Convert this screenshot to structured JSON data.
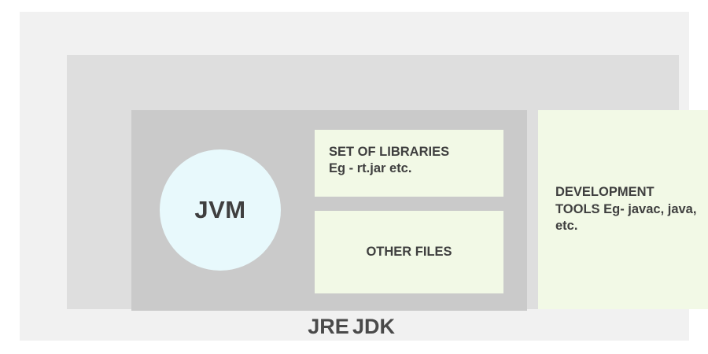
{
  "diagram": {
    "title_implicit": "JDK / JRE / JVM architecture",
    "jdk": {
      "label": "JDK",
      "color": "#f1f1f1"
    },
    "jre": {
      "label": "JRE",
      "color": "#dedede"
    },
    "jvm_group": {
      "color": "#cacaca"
    },
    "jvm": {
      "label": "JVM",
      "color": "#e8f9fc"
    },
    "libraries": {
      "line1": "SET OF LIBRARIES",
      "line2": "Eg - rt.jar etc.",
      "color": "#f2f9e6"
    },
    "other_files": {
      "label": "OTHER FILES",
      "color": "#f2f9e6"
    },
    "dev_tools": {
      "text": "DEVELOPMENT TOOLS Eg- javac, java, etc.",
      "color": "#f2f9e6"
    },
    "text_color": "#3f3f3f",
    "label_color": "#4a4a4a"
  }
}
